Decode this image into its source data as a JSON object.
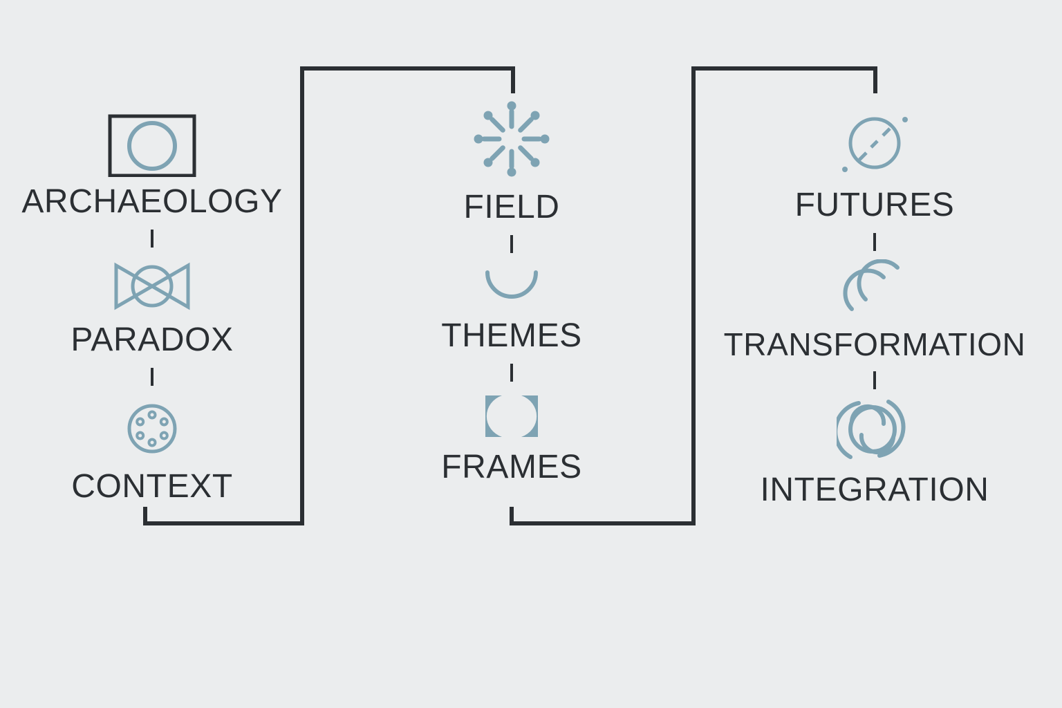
{
  "diagram": {
    "title": "Three-column framework diagram",
    "background_color": "#ebedee",
    "text_color": "#2b2f33",
    "icon_color": "#7ea3b3",
    "bracket_color": "#2b2f33",
    "columns": [
      {
        "id": "column-1",
        "nodes": [
          {
            "label": "ARCHAEOLOGY",
            "icon": "rectangle-circle-icon"
          },
          {
            "label": "PARADOX",
            "icon": "bowtie-circle-icon"
          },
          {
            "label": "CONTEXT",
            "icon": "dotted-ring-circle-icon"
          }
        ]
      },
      {
        "id": "column-2",
        "nodes": [
          {
            "label": "FIELD",
            "icon": "radial-burst-icon"
          },
          {
            "label": "THEMES",
            "icon": "arc-bowl-icon"
          },
          {
            "label": "FRAMES",
            "icon": "brackets-icon"
          }
        ]
      },
      {
        "id": "column-3",
        "nodes": [
          {
            "label": "FUTURES",
            "icon": "circle-dashed-diagonal-icon"
          },
          {
            "label": "TRANSFORMATION",
            "icon": "double-arc-spiral-icon"
          },
          {
            "label": "INTEGRATION",
            "icon": "nested-spiral-circle-icon"
          }
        ]
      }
    ],
    "brackets": [
      {
        "id": "bracket-left",
        "note": "wraps from column 1 bottom up and over to column 2 top"
      },
      {
        "id": "bracket-right",
        "note": "wraps from column 2 bottom up and over to column 3 top"
      }
    ]
  }
}
